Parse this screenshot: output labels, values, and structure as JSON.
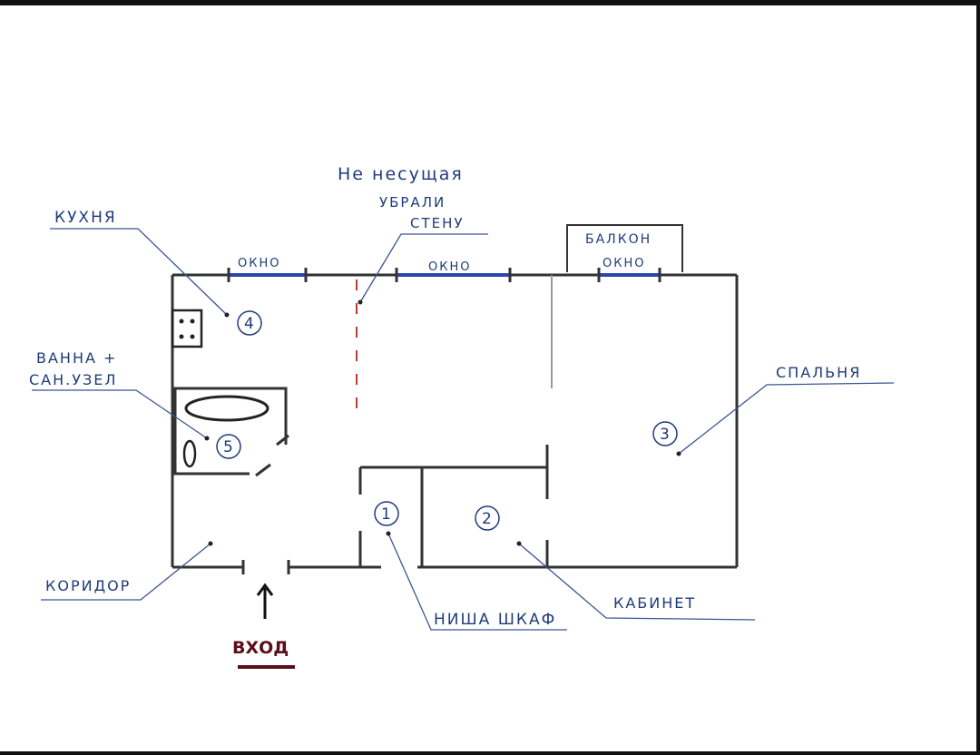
{
  "plan": {
    "labels": {
      "kitchen": "КУХНЯ",
      "bath_line1": "ВАННА +",
      "bath_line2": "САН.УЗЕЛ",
      "corridor": "КОРИДОР",
      "niche": "НИША ШКАФ",
      "study": "КАБИНЕТ",
      "bedroom": "СПАЛЬНЯ",
      "balcony": "БАЛКОН",
      "wall_note_line1": "Не несущая",
      "wall_note_line2": "УБРАЛИ",
      "wall_note_line3": "СТЕНУ",
      "entrance": "ВХОД"
    },
    "windows": [
      "ОКНО",
      "ОКНО",
      "ОКНО"
    ],
    "room_numbers": [
      "1",
      "2",
      "3",
      "4",
      "5"
    ],
    "colors": {
      "ink": "#1f3b7a",
      "window": "#2a44b0",
      "removed_wall": "#c0392b",
      "entrance": "#5a0f1a"
    }
  }
}
